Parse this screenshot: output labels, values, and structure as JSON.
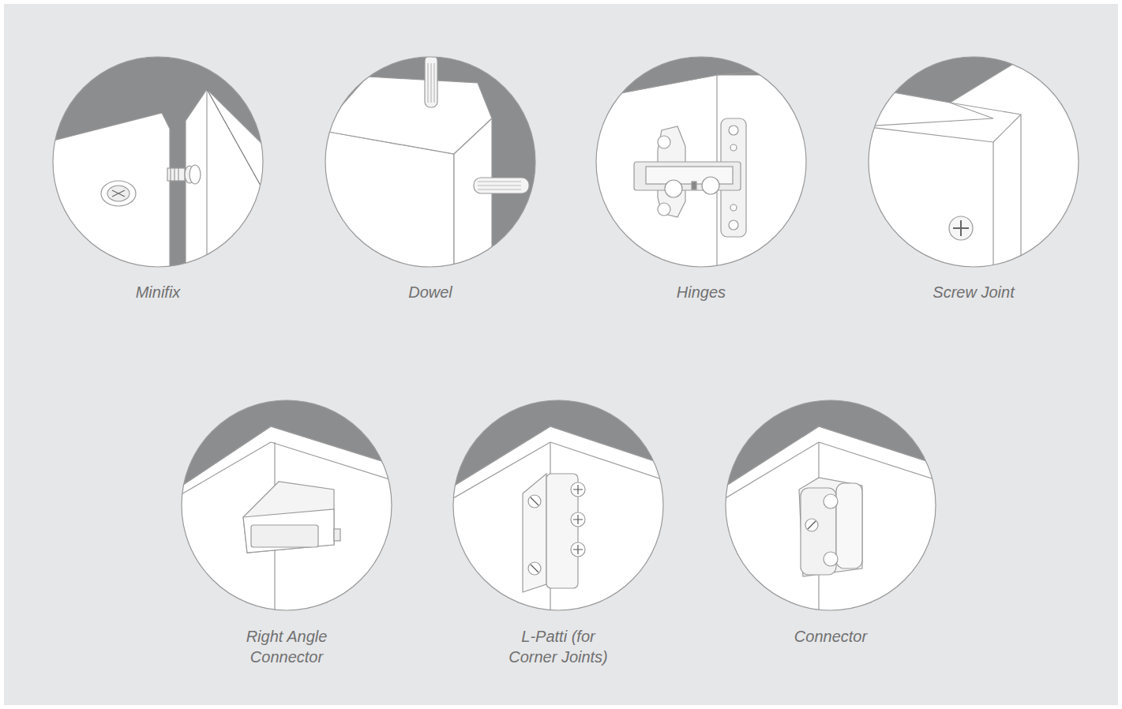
{
  "diagram": {
    "labels": [
      "Minifix",
      "Dowel",
      "Hinges",
      "Screw Joint",
      "Right Angle Connector",
      "L-Patti (for Corner Joints)",
      "Connector"
    ]
  }
}
